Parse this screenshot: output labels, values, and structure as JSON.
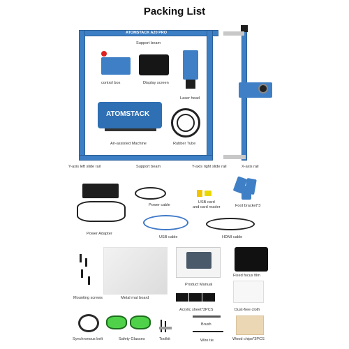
{
  "page": {
    "title": "Packing List"
  },
  "frame": {
    "brand": "ATOMSTACK A20 PRO",
    "labels": {
      "support_beam_top": "Support beam",
      "control_box": "control box",
      "display_screen": "Display screen",
      "laser_head": "Laser head",
      "air_assist": "Air-assisted Machine",
      "rubber_tube": "Rubber Tube",
      "y_left": "Y-axis left slide rail",
      "support_beam_bottom": "Support beam",
      "y_right": "Y-axis right slide rail",
      "x_rail": "X-axis rail"
    },
    "air_brand": "ATOMSTACK"
  },
  "accessories": {
    "power_adapter": "Power Adapter",
    "power_cable": "Power cable",
    "usb_card": "USB card\nand card reader",
    "foot_bracket": "Foot bracket*3",
    "usb_cable": "USB cable",
    "hdmi_cable": "HDMI cable"
  },
  "bottom": {
    "mounting_screws": "Mounting screws",
    "metal_mat": "Metal mat board",
    "manual": "Product Manual",
    "fixed_focus": "Fixed focus film",
    "acrylic": "Acrylic sheet*3PCS",
    "dust_cloth": "Dust-free cloth",
    "sync_belt": "Synchronous belt",
    "glasses": "Safety Glasses",
    "toolkit": "Toolkit",
    "brush": "Brush",
    "wire_tie": "Wire tie",
    "wood_chips": "Wood chips*3PCS"
  }
}
